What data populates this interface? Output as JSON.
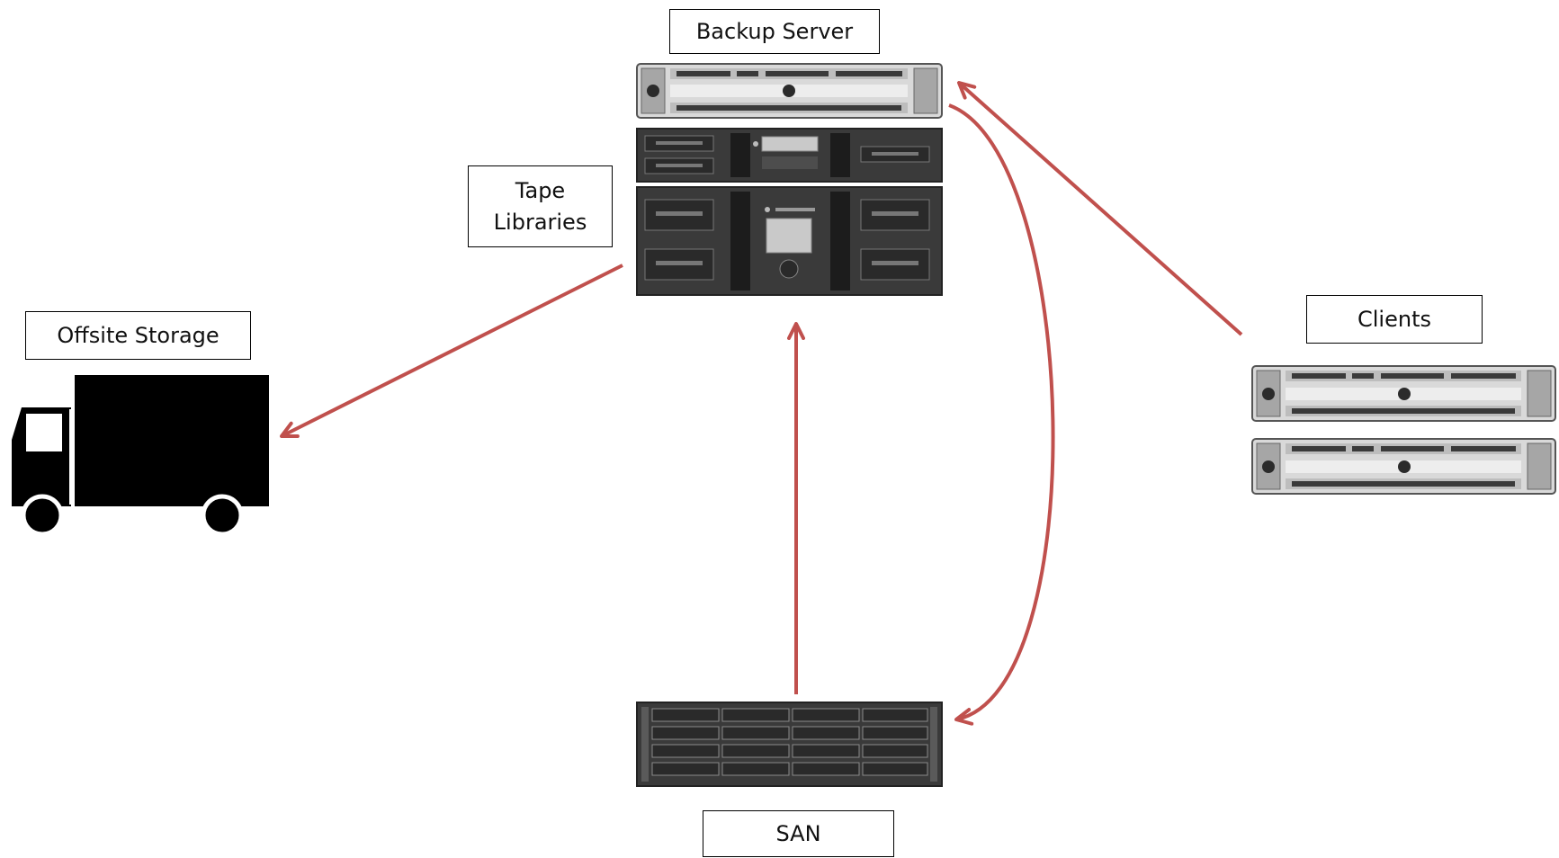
{
  "labels": {
    "backup_server": "Backup Server",
    "tape_libraries_line1": "Tape",
    "tape_libraries_line2": "Libraries",
    "offsite_storage": "Offsite Storage",
    "clients": "Clients",
    "san": "SAN"
  },
  "colors": {
    "arrow": "#c0504d",
    "truck": "#000000",
    "label_border": "#000000"
  },
  "flows": [
    {
      "from": "clients",
      "to": "backup-server"
    },
    {
      "from": "backup-server",
      "to": "san"
    },
    {
      "from": "san",
      "to": "tape-libraries"
    },
    {
      "from": "tape-libraries",
      "to": "offsite-storage"
    }
  ]
}
